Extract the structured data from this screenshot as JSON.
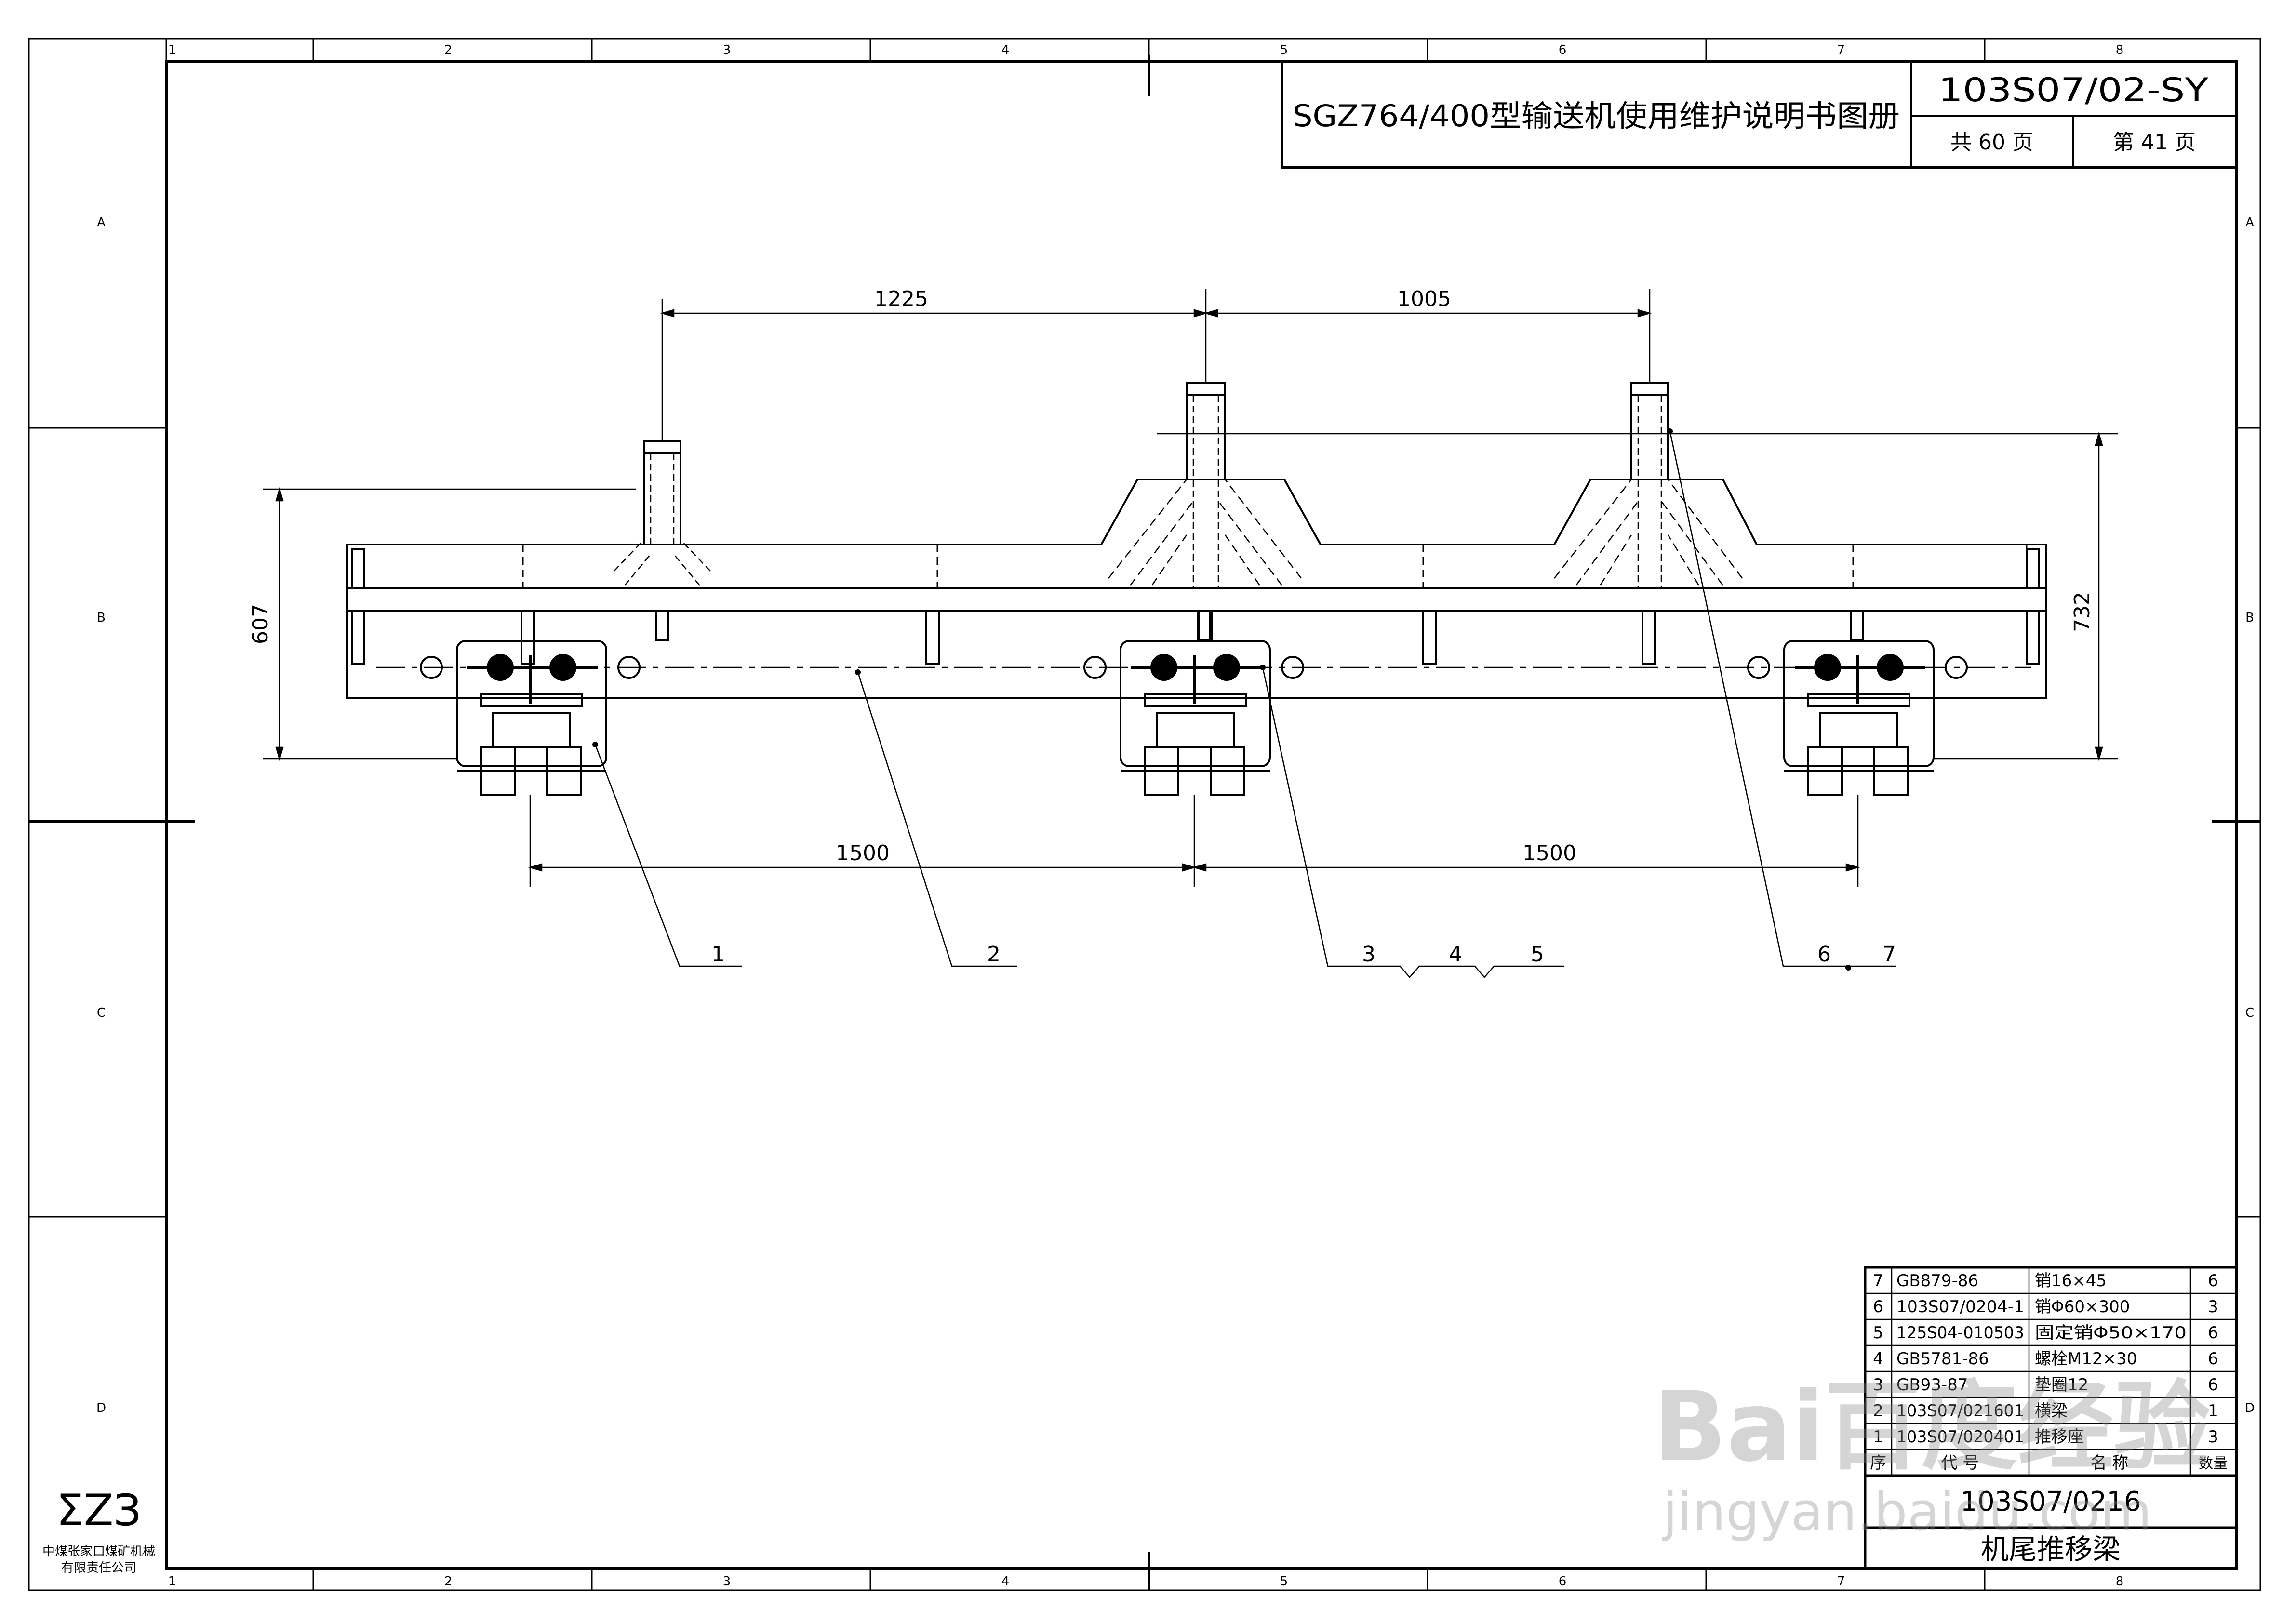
{
  "title_block": {
    "title": "SGZ764/400型输送机使用维护说明书图册",
    "drawing_code": "103S07/02-SY",
    "total_pages": "共 60 页",
    "page_number": "第 41 页"
  },
  "grid": {
    "columns": [
      "1",
      "2",
      "3",
      "4",
      "5",
      "6",
      "7",
      "8"
    ],
    "rows": [
      "A",
      "B",
      "C",
      "D"
    ]
  },
  "dimensions": {
    "top_left": "1225",
    "top_right": "1005",
    "bottom_left": "1500",
    "bottom_right": "1500",
    "left_height": "607",
    "right_height": "732"
  },
  "callouts": [
    "1",
    "2",
    "3",
    "4",
    "5",
    "6",
    "7"
  ],
  "parts_table": {
    "rows": [
      {
        "no": "7",
        "code": "GB879-86",
        "name": "销16×45",
        "qty": "6"
      },
      {
        "no": "6",
        "code": "103S07/0204-1",
        "name": "销Φ60×300",
        "qty": "3"
      },
      {
        "no": "5",
        "code": "125S04-010503",
        "name": "固定销Φ50×170",
        "qty": "6"
      },
      {
        "no": "4",
        "code": "GB5781-86",
        "name": "螺栓M12×30",
        "qty": "6"
      },
      {
        "no": "3",
        "code": "GB93-87",
        "name": "垫圈12",
        "qty": "6"
      },
      {
        "no": "2",
        "code": "103S07/021601",
        "name": "横梁",
        "qty": "1"
      },
      {
        "no": "1",
        "code": "103S07/020401",
        "name": "推移座",
        "qty": "3"
      }
    ],
    "header": {
      "no": "序",
      "code": "代 号",
      "name": "名 称",
      "qty": "数量"
    },
    "assembly_code": "103S07/0216",
    "assembly_name": "机尾推移梁"
  },
  "company": {
    "logo_text": "ΣZЗ",
    "name_line1": "中煤张家口煤矿机械",
    "name_line2": "有限责任公司"
  },
  "watermark": {
    "line1": "Bai百度经验",
    "line2": "jingyan.baidu.com"
  }
}
